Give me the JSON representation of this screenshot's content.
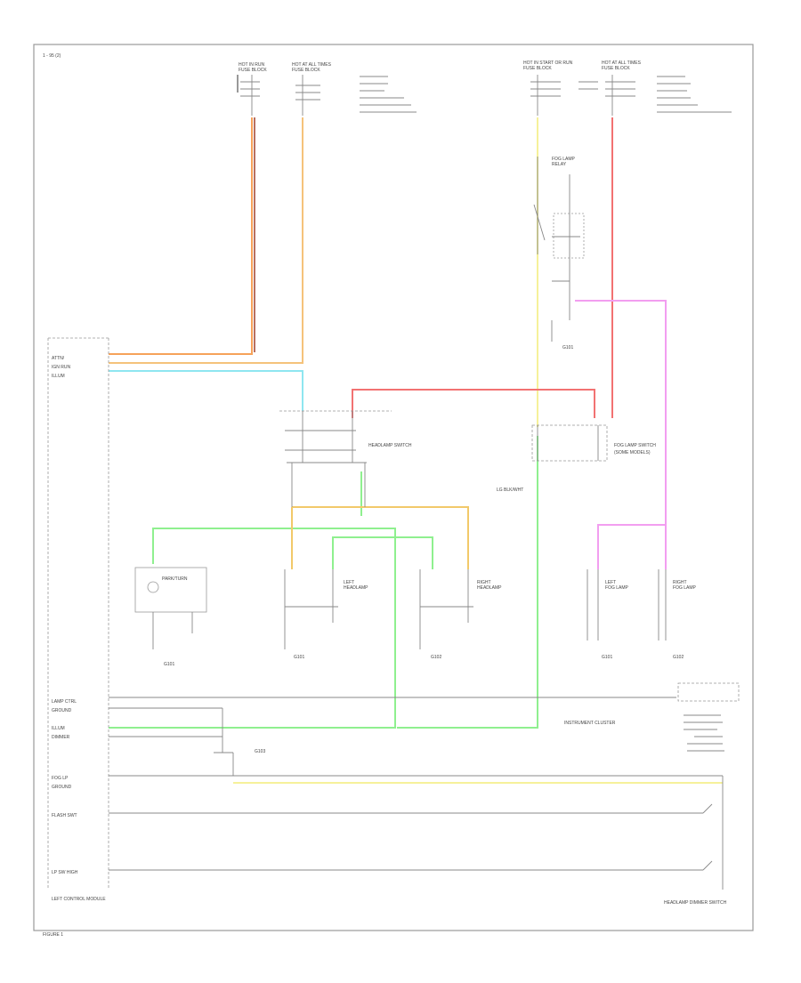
{
  "colors": {
    "orange": "#f6a25a",
    "tan": "#f5c27a",
    "light_blue": "#8fe6f0",
    "yellow": "#f6f19a",
    "red": "#f27272",
    "pink": "#f29ef0",
    "green": "#8ff08f",
    "gold": "#f2c96a",
    "dark_red": "#b87060",
    "line_gray": "#888888"
  },
  "page": {
    "corner_label": "1 - 95 (2)",
    "bottom_label": "FIGURE 1"
  },
  "fuses": [
    {
      "title": "HOT IN RUN",
      "sub": "FUSE BLOCK"
    },
    {
      "title": "HOT AT ALL TIMES",
      "sub": "FUSE BLOCK"
    },
    {
      "title": "HOT IN START OR RUN",
      "sub": "FUSE BLOCK"
    },
    {
      "title": "HOT AT ALL TIMES",
      "sub": "FUSE BLOCK"
    }
  ],
  "modules": {
    "left_control": "LEFT CONTROL MODULE",
    "headlamp_switch": "HEADLAMP SWITCH",
    "fog_lamp_switch": "FOG LAMP SWITCH",
    "ground_block": "G103"
  },
  "notes": {
    "instrument_cluster": "INSTRUMENT CLUSTER",
    "bottom_right": "HEADLAMP DIMMER SWITCH"
  }
}
